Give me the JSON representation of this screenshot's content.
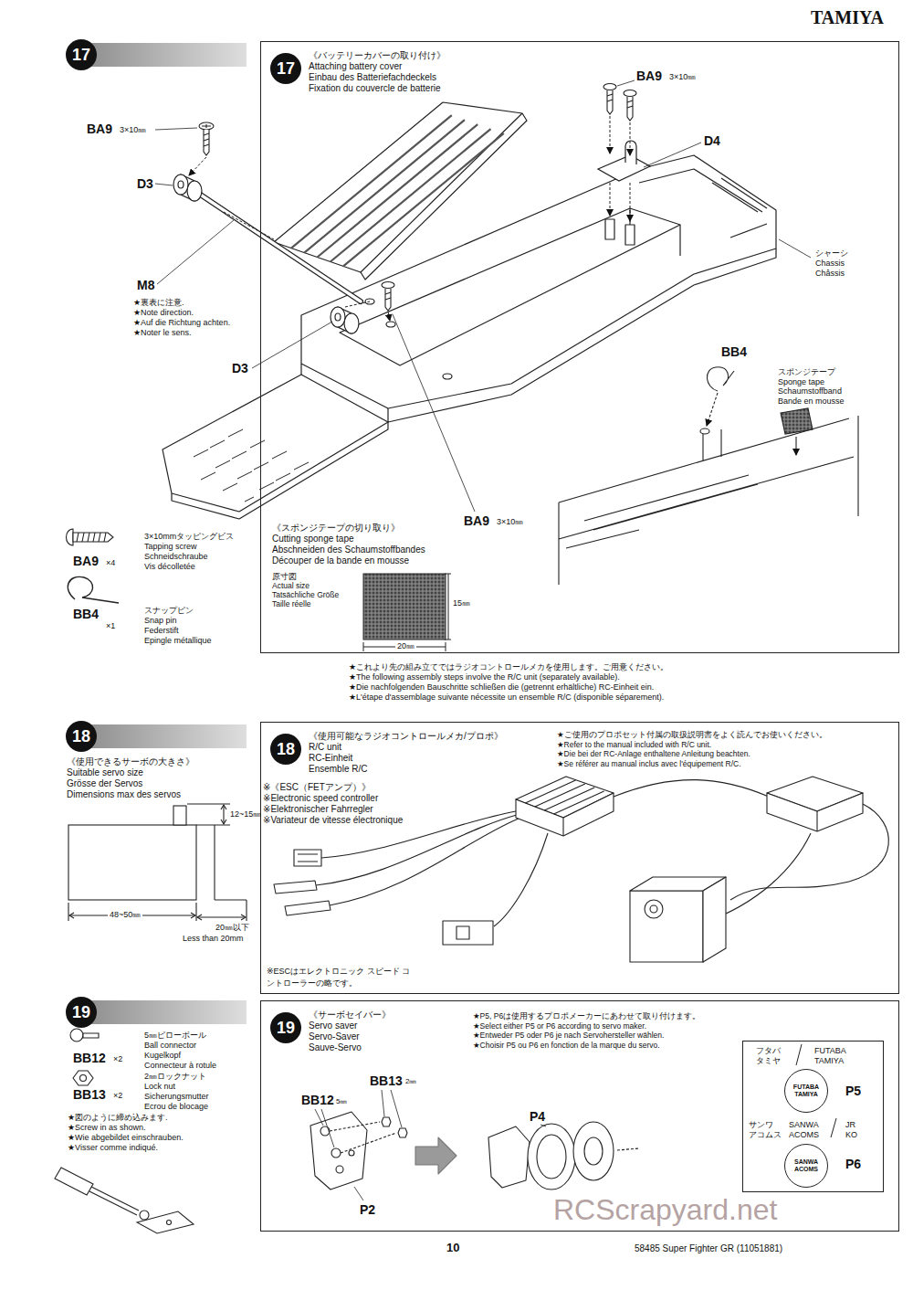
{
  "diagram": {
    "nodes": [
      {
        "text": [
          "17"
        ]
      },
      {
        "text": [
          "《バッテリーカバーの取り付け》",
          "Attaching battery cover",
          "Einbau des Batteriefachdeckels",
          "Fixation du couvercle de batterie"
        ]
      },
      {
        "text": [
          "17"
        ],
        "in": 1
      },
      {
        "text": [
          "18"
        ]
      },
      {
        "text": [
          "《使用可能なラジオコントロールメカ/プロポ》",
          "R/C unit",
          "RC-Einheit",
          "Ensemble R/C"
        ]
      },
      {
        "text": [
          "18"
        ],
        "in": 4
      },
      {
        "text": [
          "19"
        ]
      },
      {
        "text": [
          "《サーボセイバー》",
          "Servo saver",
          "Servo-Saver",
          "Sauve-Servo"
        ]
      },
      {
        "text": [
          "19"
        ],
        "in": 7
      },
      {
        "text": [
          "フタバ",
          "FUTABA",
          "タミヤ",
          "TAMIYA",
          "P5",
          "サンワ",
          "SANWA",
          "アコムス",
          "ACOMS",
          "JR",
          "KO",
          "P6"
        ],
        "in": 7
      },
      {
        "text": [
          "FUTABA",
          "TAMIYA"
        ],
        "in": 9
      },
      {
        "text": [
          "SANWA",
          "ACOMS"
        ],
        "in": 9
      }
    ],
    "labels": [
      "TAMIYA",
      "BA9",
      "3×10㎜",
      "D3",
      "M8",
      "★裏表に注意.",
      "★Note direction.",
      "★Auf die Richtung achten.",
      "★Noter le sens.",
      "D3",
      "BA9",
      "3×10㎜",
      "D4",
      "シャーシ",
      "Chassis",
      "Châssis",
      "BB4",
      "スポンジテープ",
      "Sponge tape",
      "Schaumstoffband",
      "Bande en mousse",
      "BA9",
      "3×10㎜",
      "3×10mmタッピングビス",
      "Tapping screw",
      "Schneidschraube",
      "Vis décolletée",
      "BA9",
      "×4",
      "スナップピン",
      "Snap pin",
      "Federstift",
      "Epingle métallique",
      "BB4",
      "×1",
      "《スポンジテープの切り取り》",
      "Cutting sponge tape",
      "Abschneiden des Schaumstoffbandes",
      "Découper de la bande en mousse",
      "原寸図",
      "Actual size",
      "Tatsächliche Größe",
      "Taille réelle",
      "15㎜",
      "20㎜",
      "★これより先の組み立てではラジオコントロールメカを使用します。ご用意ください。",
      "★The following assembly steps involve the R/C unit (separately available).",
      "★Die nachfolgenden Bauschritte schließen die (getrennt erhältliche) RC-Einheit ein.",
      "★L'étape d'assemblage suivante nécessite un ensemble R/C (disponible séparement).",
      "《使用できるサーボの大きさ》",
      "Suitable servo size",
      "Grösse der Servos",
      "Dimensions max des servos",
      "12~15㎜",
      "48~50㎜",
      "20㎜以下",
      "Less than 20mm",
      "★ご使用のプロポセット付属の取扱説明書をよく読んでお使いください。",
      "★Refer to the manual included with R/C unit.",
      "★Die bei der RC-Anlage enthaltene Anleitung beachten.",
      "★Se référer au manual inclus avec l'équipement R/C.",
      "※《ESC（FETアンプ）》",
      "※Electronic speed controller",
      "※Elektronischer Fahrregler",
      "※Variateur de vitesse électronique",
      "※ESCはエレクトロニック スピード コントローラーの略です。",
      "5㎜ピローボール",
      "Ball connector",
      "Kugelkopf",
      "Connecteur à rotule",
      "BB12",
      "×2",
      "2㎜ロックナット",
      "Lock nut",
      "Sicherungsmutter",
      "Ecrou de blocage",
      "BB13",
      "×2",
      "★図のように締め込みます.",
      "★Screw in as shown.",
      "★Wie abgebildet einschrauben.",
      "★Visser comme indiqué.",
      "★P5, P6は使用するプロポメーカーにあわせて取り付けます。",
      "★Select either P5 or P6 according to servo maker.",
      "★Entweder P5 oder P6 je nach Servohersteller wählen.",
      "★Choisir P5 ou P6 en fonction de la marque du servo.",
      "BB12",
      "5㎜",
      "BB13",
      "2㎜",
      "P4",
      "P2",
      "10",
      "58485 Super Fighter GR (11051881)",
      "RCScrapyard.net"
    ]
  }
}
